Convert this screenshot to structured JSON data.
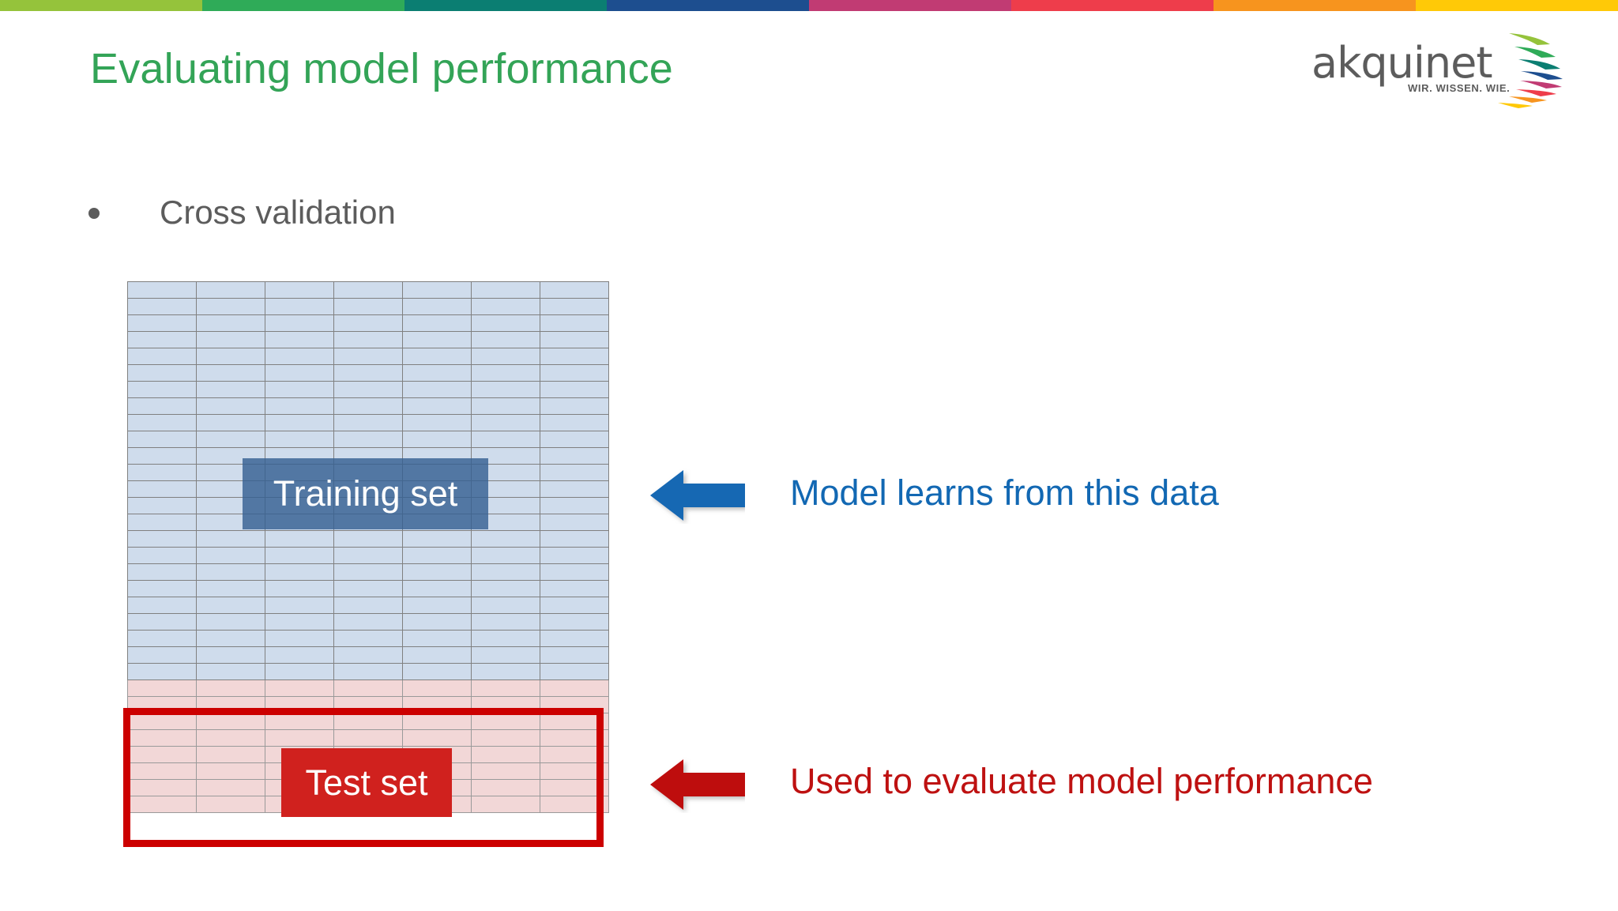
{
  "slide": {
    "title": "Evaluating model performance",
    "title_color": "#33A457",
    "background": "#ffffff"
  },
  "topbar": {
    "segments": [
      {
        "name": "light-green",
        "color": "#95C33B"
      },
      {
        "name": "green",
        "color": "#2FAB58"
      },
      {
        "name": "teal",
        "color": "#0B7E72"
      },
      {
        "name": "blue",
        "color": "#1D4E8F"
      },
      {
        "name": "magenta",
        "color": "#C13B73"
      },
      {
        "name": "red",
        "color": "#EE3D4B"
      },
      {
        "name": "orange",
        "color": "#F7941E"
      },
      {
        "name": "yellow",
        "color": "#FFC907"
      }
    ]
  },
  "logo": {
    "wordmark": "akquinet",
    "tagline": "WIR. WISSEN. WIE.",
    "word_color": "#5C5C5C",
    "wing_colors": [
      "#95C33B",
      "#2FAB58",
      "#0B7E72",
      "#1D4E8F",
      "#C13B73",
      "#EE3D4B",
      "#F7941E",
      "#FFC907"
    ]
  },
  "content": {
    "bullet": {
      "marker": "•",
      "text": "Cross validation",
      "color": "#5C5C5C"
    }
  },
  "chart_data": {
    "type": "table",
    "title": "Cross validation data split",
    "columns": 7,
    "train_rows": 24,
    "test_rows": 8,
    "total_rows": 32,
    "train_fraction": 0.75,
    "test_fraction": 0.25,
    "train_cell_color": "#CFDCEC",
    "test_cell_color": "#F2D7D7",
    "cell_border_color": "#808080",
    "test_outline_color": "#CC0000",
    "labels": {
      "training": "Training set",
      "test": "Test set"
    },
    "label_colors": {
      "training_box": "#366092",
      "test_box": "#D0211E",
      "label_text": "#FFFFFF"
    }
  },
  "annotations": [
    {
      "id": "training",
      "arrow": "left-arrow-blue",
      "arrow_color": "#1268B3",
      "text": "Model learns from this data",
      "text_color": "#1268B3"
    },
    {
      "id": "test",
      "arrow": "left-arrow-red",
      "arrow_color": "#BE1111",
      "text": "Used to evaluate model performance",
      "text_color": "#BE1111"
    }
  ]
}
